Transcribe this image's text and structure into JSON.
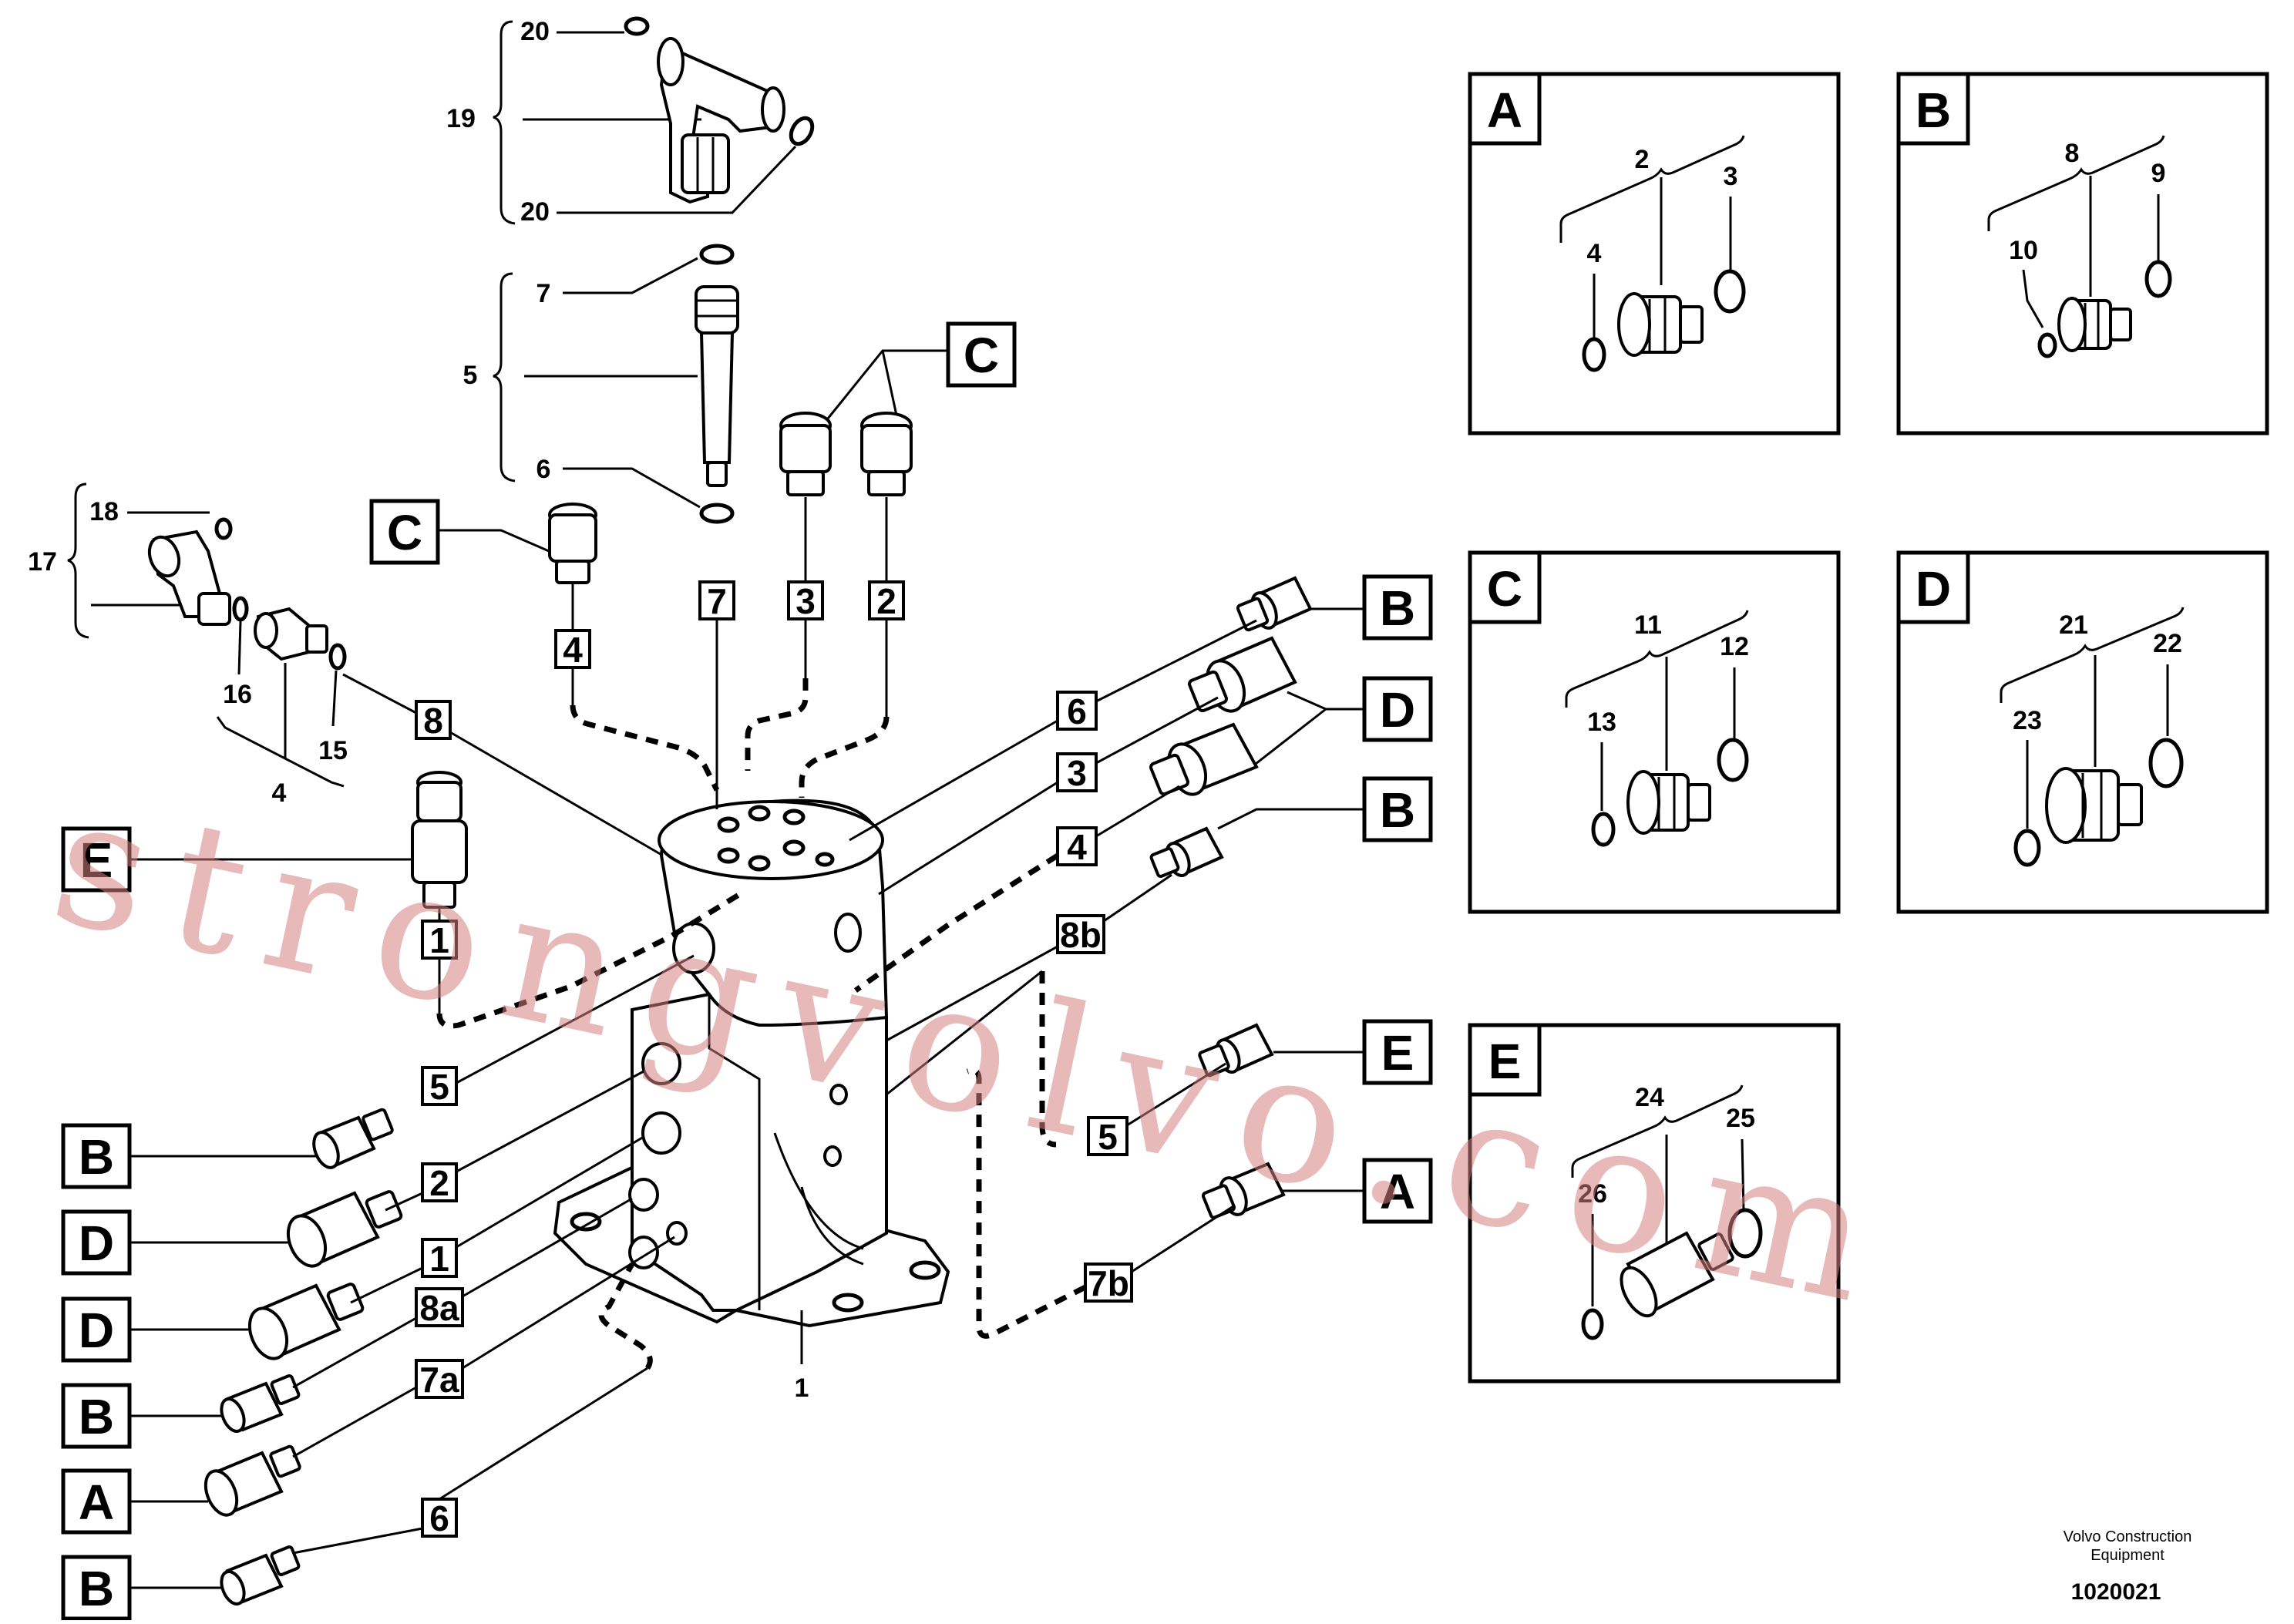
{
  "top_fitting_group": {
    "assembly": "19",
    "oring_top": "20",
    "oring_bottom": "20"
  },
  "pipe_group": {
    "assembly": "5",
    "oring_top": "7",
    "oring_bottom": "6"
  },
  "elbow_group": {
    "assembly": "17",
    "oring_top": "18",
    "oring_a": "16",
    "oring_b": "15",
    "adapter": "4"
  },
  "callouts": {
    "c_top": "C",
    "c_left": "C",
    "e_left": "E",
    "b_right_1": "B",
    "d_right": "D",
    "b_right_2": "B",
    "e_right": "E",
    "a_right": "A",
    "b_left_1": "B",
    "d_left_1": "D",
    "d_left_2": "D",
    "b_left_2": "B",
    "a_left": "A",
    "b_left_3": "B"
  },
  "port_tags": {
    "top_7": "7",
    "top_3": "3",
    "top_2": "2",
    "left_4": "4",
    "left_8": "8",
    "left_1": "1",
    "left_5": "5",
    "right_6": "6",
    "right_3": "3",
    "right_4": "4",
    "right_8b": "8b",
    "right_5": "5",
    "right_7b": "7b",
    "low_2": "2",
    "low_1": "1",
    "low_8a": "8a",
    "low_7a": "7a",
    "low_6": "6"
  },
  "body_label": "1",
  "details": [
    {
      "letter": "A",
      "group": "2",
      "oring_large": "3",
      "oring_small": "4"
    },
    {
      "letter": "B",
      "group": "8",
      "oring_large": "9",
      "oring_small": "10"
    },
    {
      "letter": "C",
      "group": "11",
      "oring_large": "12",
      "oring_small": "13"
    },
    {
      "letter": "D",
      "group": "21",
      "oring_large": "22",
      "oring_small": "23"
    },
    {
      "letter": "E",
      "group": "24",
      "oring_large": "25",
      "oring_small": "26"
    }
  ],
  "footer": {
    "line1": "Volvo Construction",
    "line2": "Equipment",
    "number": "1020021"
  },
  "watermark": "strongvolvo.com"
}
